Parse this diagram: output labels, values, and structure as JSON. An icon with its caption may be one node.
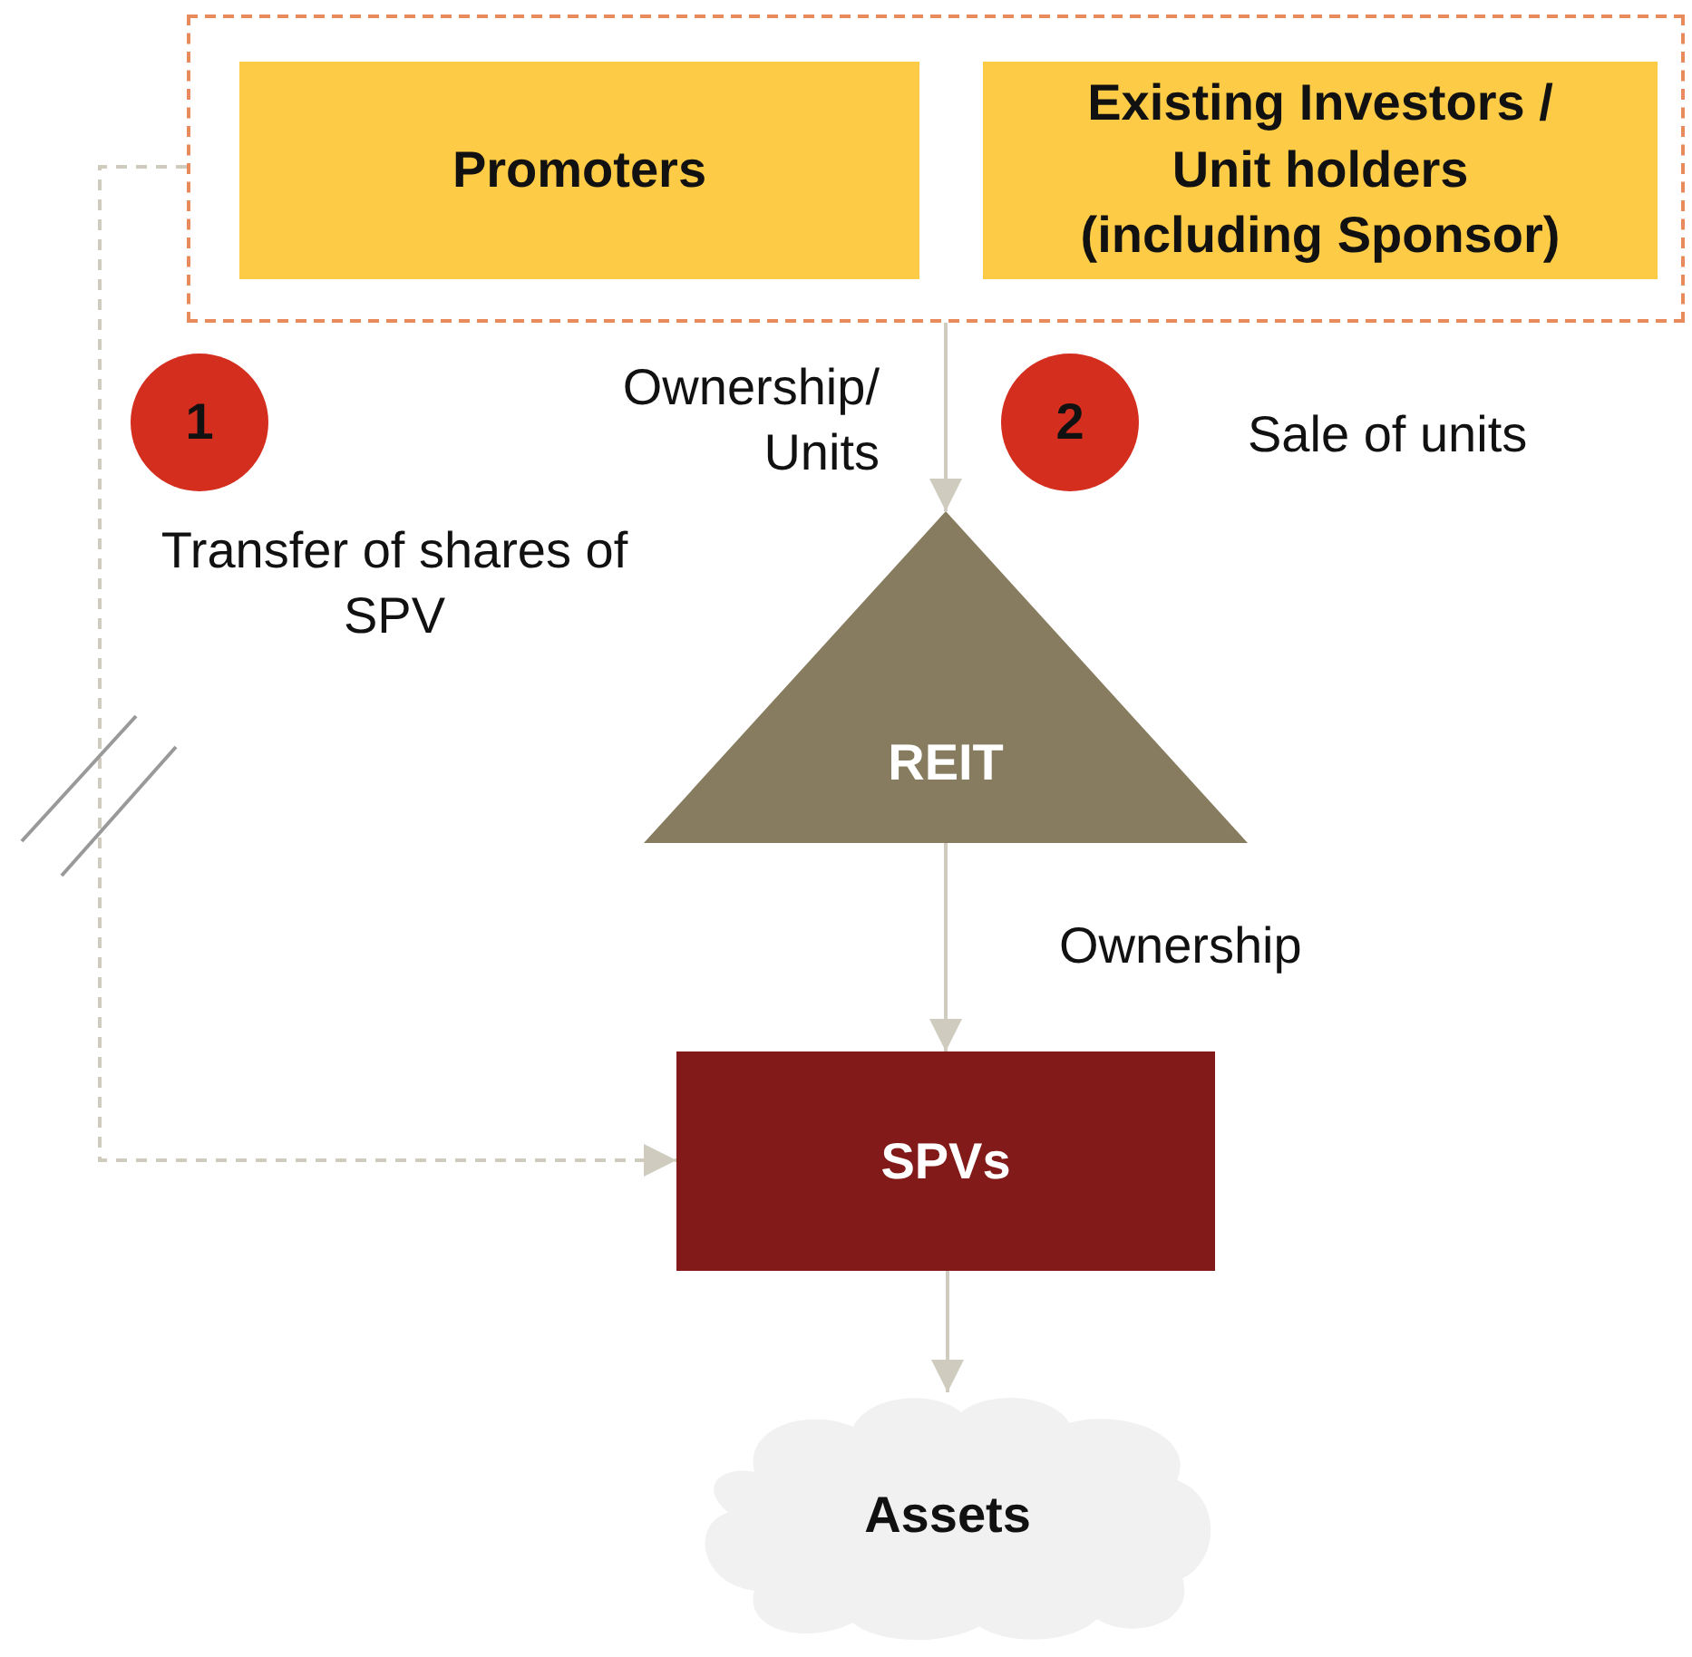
{
  "diagram": {
    "nodes": [
      {
        "text": [],
        "shape": "box"
      },
      {
        "text": [
          "Promoters"
        ],
        "in": 0
      },
      {
        "text": [
          "Existing Investors / Unit holders (including Sponsor)"
        ],
        "in": 0
      },
      {
        "text": [
          "1"
        ],
        "beside": [
          "Transfer of shares of SPV"
        ]
      },
      {
        "text": [
          "2"
        ]
      },
      {
        "text": [
          "REIT"
        ]
      },
      {
        "text": [
          "SPVs"
        ]
      },
      {
        "text": [
          "Assets"
        ]
      }
    ],
    "edges": [
      {
        "from": 0,
        "to": 6,
        "arrow": "to",
        "style": "dashed"
      },
      {
        "from": 0,
        "to": 5,
        "arrow": "to",
        "label": "Ownership/ Units"
      },
      {
        "from": 5,
        "to": 6,
        "arrow": "to",
        "label": "Ownership"
      },
      {
        "from": 6,
        "to": 7,
        "arrow": "to"
      }
    ],
    "labels": [
      "Sale of units"
    ]
  }
}
